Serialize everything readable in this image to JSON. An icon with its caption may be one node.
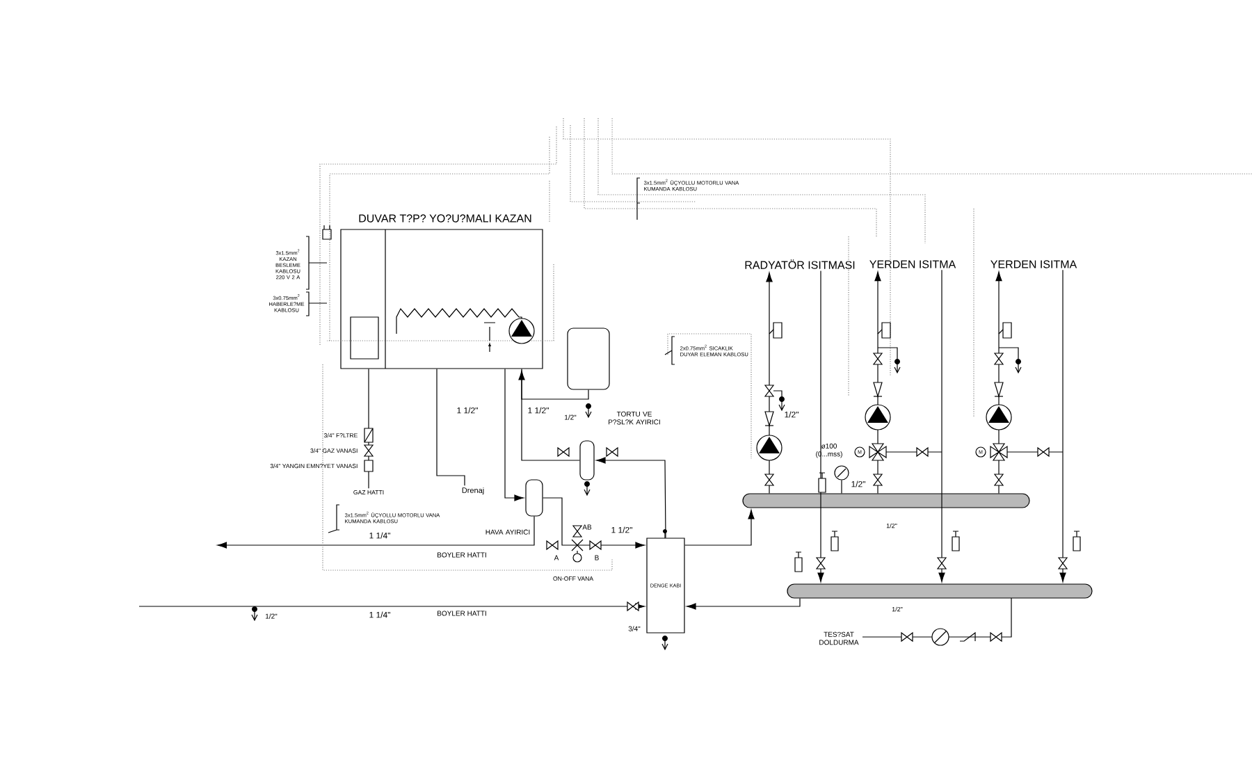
{
  "diagram": {
    "nodes": [
      {
        "text": [
          "DUVAR T?P? YO?U?MALI KAZAN"
        ]
      },
      {
        "text": [],
        "shape": "cylinder"
      },
      {
        "text": [],
        "shape": "cylinder",
        "beside": [
          "HAVA AYIRICI"
        ]
      },
      {
        "text": [],
        "shape": "cylinder",
        "beside": [
          "TORTU VE P?SL?K AYIRICI"
        ]
      },
      {
        "text": [
          "DENGE KABI"
        ],
        "beside": [
          "3/4\""
        ]
      },
      {
        "text": [],
        "shape": "bar"
      },
      {
        "text": [],
        "shape": "bar"
      },
      {
        "text": [
          "RADYATÖR ISITMASI"
        ]
      },
      {
        "text": [
          "YERDEN ISITMA"
        ]
      },
      {
        "text": [
          "YERDEN ISITMA"
        ]
      },
      {
        "text": [
          "Drenaj"
        ]
      },
      {
        "text": [
          "GAZ HATTI"
        ]
      },
      {
        "text": [],
        "shape": "circle",
        "beside": [
          "ø100 (0...mss)"
        ]
      }
    ],
    "edges": [
      {
        "from": 0,
        "to": 2,
        "arrow": "to"
      },
      {
        "from": 2,
        "to": 4,
        "arrow": "to"
      },
      {
        "from": 3,
        "to": 0,
        "arrow": "to"
      },
      {
        "from": 1,
        "to": 0,
        "arrow": "none"
      },
      {
        "from": 4,
        "to": 3,
        "arrow": "to"
      },
      {
        "from": 2,
        "to": null,
        "arrow": "to"
      },
      {
        "from": 4,
        "to": 5,
        "arrow": "to"
      },
      {
        "from": 6,
        "to": 4,
        "arrow": "to"
      },
      {
        "from": null,
        "to": 4,
        "arrow": "to"
      },
      {
        "from": 5,
        "to": 7,
        "arrow": "to"
      },
      {
        "from": 5,
        "to": 8,
        "arrow": "to"
      },
      {
        "from": 5,
        "to": 9,
        "arrow": "to"
      },
      {
        "from": 7,
        "to": 6,
        "arrow": "to"
      },
      {
        "from": 8,
        "to": 6,
        "arrow": "to"
      },
      {
        "from": 9,
        "to": 6,
        "arrow": "to"
      },
      {
        "from": 0,
        "to": 10,
        "arrow": "none"
      },
      {
        "from": 11,
        "to": 0,
        "arrow": "none"
      },
      {
        "from": 12,
        "to": 5,
        "arrow": "none"
      }
    ],
    "labels": [
      "3x1.5mm$^{2}$ KAZAN BESLEME KABLOSU 220 V 2 A",
      "3x0.75mm$^{2}$ HABERLE?ME KABLOSU",
      "3x1.5mm$^{2}$ ÜÇYOLLU MOTORLU VANA KUMANDA KABLOSU",
      "2x0.75mm$^{2}$ SICAKLIK DUYAR ELEMAN KABLOSU",
      "1 1/2\"",
      "1 1/2\"",
      "1/2\"",
      "3/4\" F?LTRE",
      "3/4\" GAZ VANASI",
      "3/4\" YANGIN EMN?YET VANASI",
      "3x1.5mm$^{2}$ ÜÇYOLLU MOTORLU VANA KUMANDA KABLOSU",
      "1 1/4\"",
      "BOYLER HATTI",
      "A",
      "AB",
      "B",
      "1 1/2\"",
      "ON-OFF VANA",
      "1/2\"",
      "1 1/4\"",
      "BOYLER HATTI",
      "1/2\"",
      "M",
      "1/2\"",
      "M",
      "1/2\"",
      "1/2\"",
      "TES?SAT DOLDURMA"
    ]
  }
}
